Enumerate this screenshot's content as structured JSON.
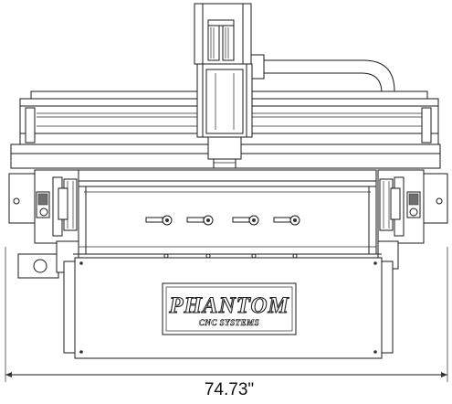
{
  "drawing": {
    "logo": {
      "brand": "PHANTOM",
      "subtitle": "CNC SYSTEMS"
    },
    "dimension": {
      "label": "74.73\""
    }
  }
}
